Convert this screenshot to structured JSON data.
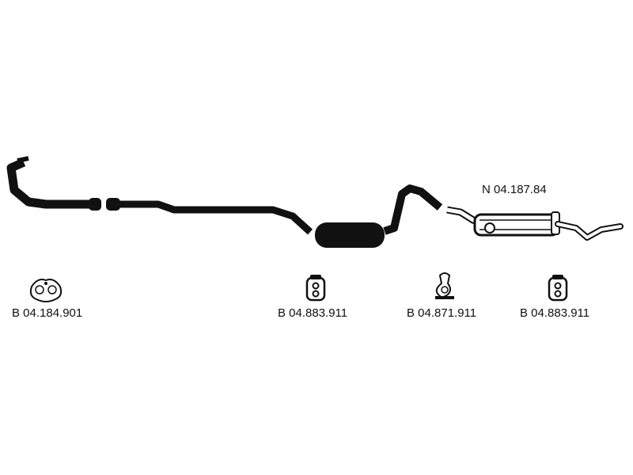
{
  "diagram": {
    "main_assembly_part": "N 04.187.84",
    "components": [
      {
        "id": "gasket",
        "part_number": "B 04.184.901",
        "icon": "flange-gasket-icon"
      },
      {
        "id": "hanger-front",
        "part_number": "B 04.883.911",
        "icon": "rubber-hanger-icon"
      },
      {
        "id": "clamp",
        "part_number": "B 04.871.911",
        "icon": "pipe-clamp-icon"
      },
      {
        "id": "hanger-rear",
        "part_number": "B 04.883.911",
        "icon": "rubber-hanger-icon"
      }
    ],
    "colors": {
      "ink": "#111111",
      "background": "#ffffff"
    }
  }
}
